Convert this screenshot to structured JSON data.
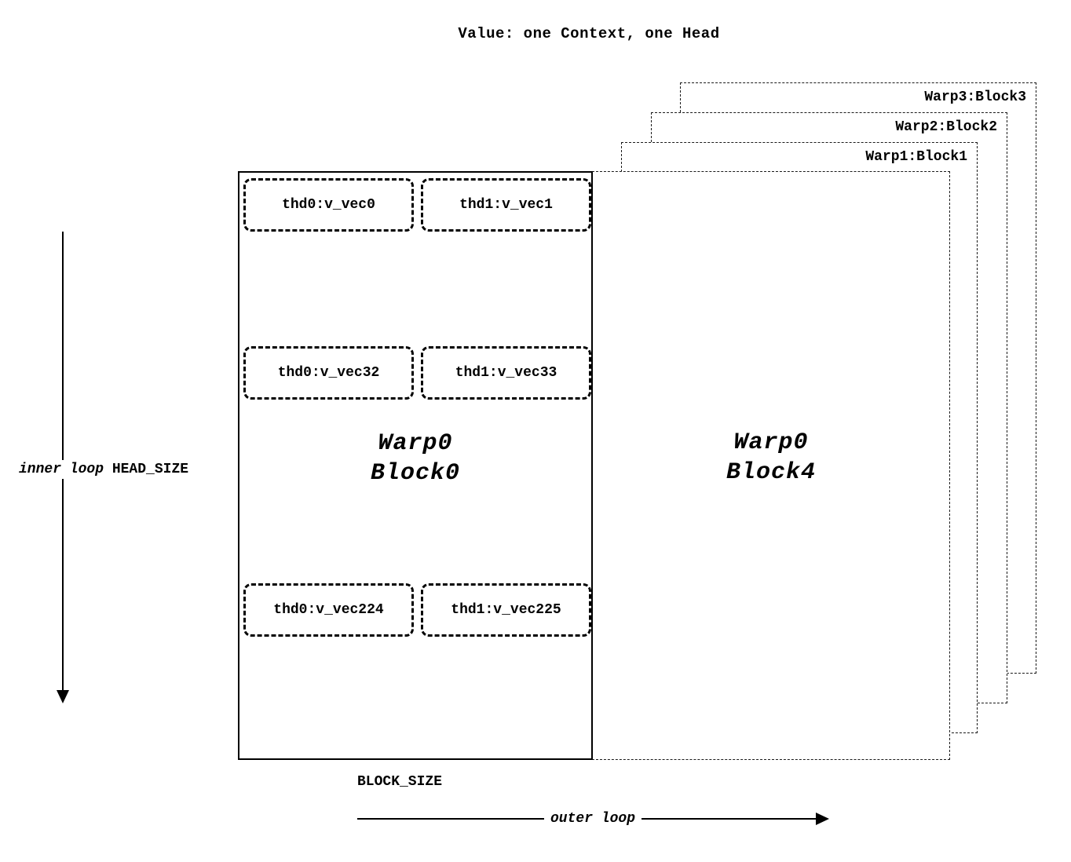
{
  "title": "Value: one Context, one Head",
  "diagram": {
    "stacked_blocks": [
      {
        "label": "Warp3:Block3"
      },
      {
        "label": "Warp2:Block2"
      },
      {
        "label": "Warp1:Block1"
      }
    ],
    "front_block": {
      "line1": "Warp0",
      "line2": "Block4"
    },
    "main_block": {
      "line1": "Warp0",
      "line2": "Block0"
    },
    "thread_rows": [
      {
        "cells": [
          "thd0:v_vec0",
          "thd1:v_vec1"
        ]
      },
      {
        "cells": [
          "thd0:v_vec32",
          "thd1:v_vec33"
        ]
      },
      {
        "cells": [
          "thd0:v_vec224",
          "thd1:v_vec225"
        ]
      }
    ],
    "inner_loop_label": "inner loop",
    "inner_loop_dim": " HEAD_SIZE",
    "outer_loop_label": "outer loop",
    "block_size_label": "BLOCK_SIZE"
  },
  "colors": {
    "line": "#000000",
    "background": "#ffffff"
  }
}
